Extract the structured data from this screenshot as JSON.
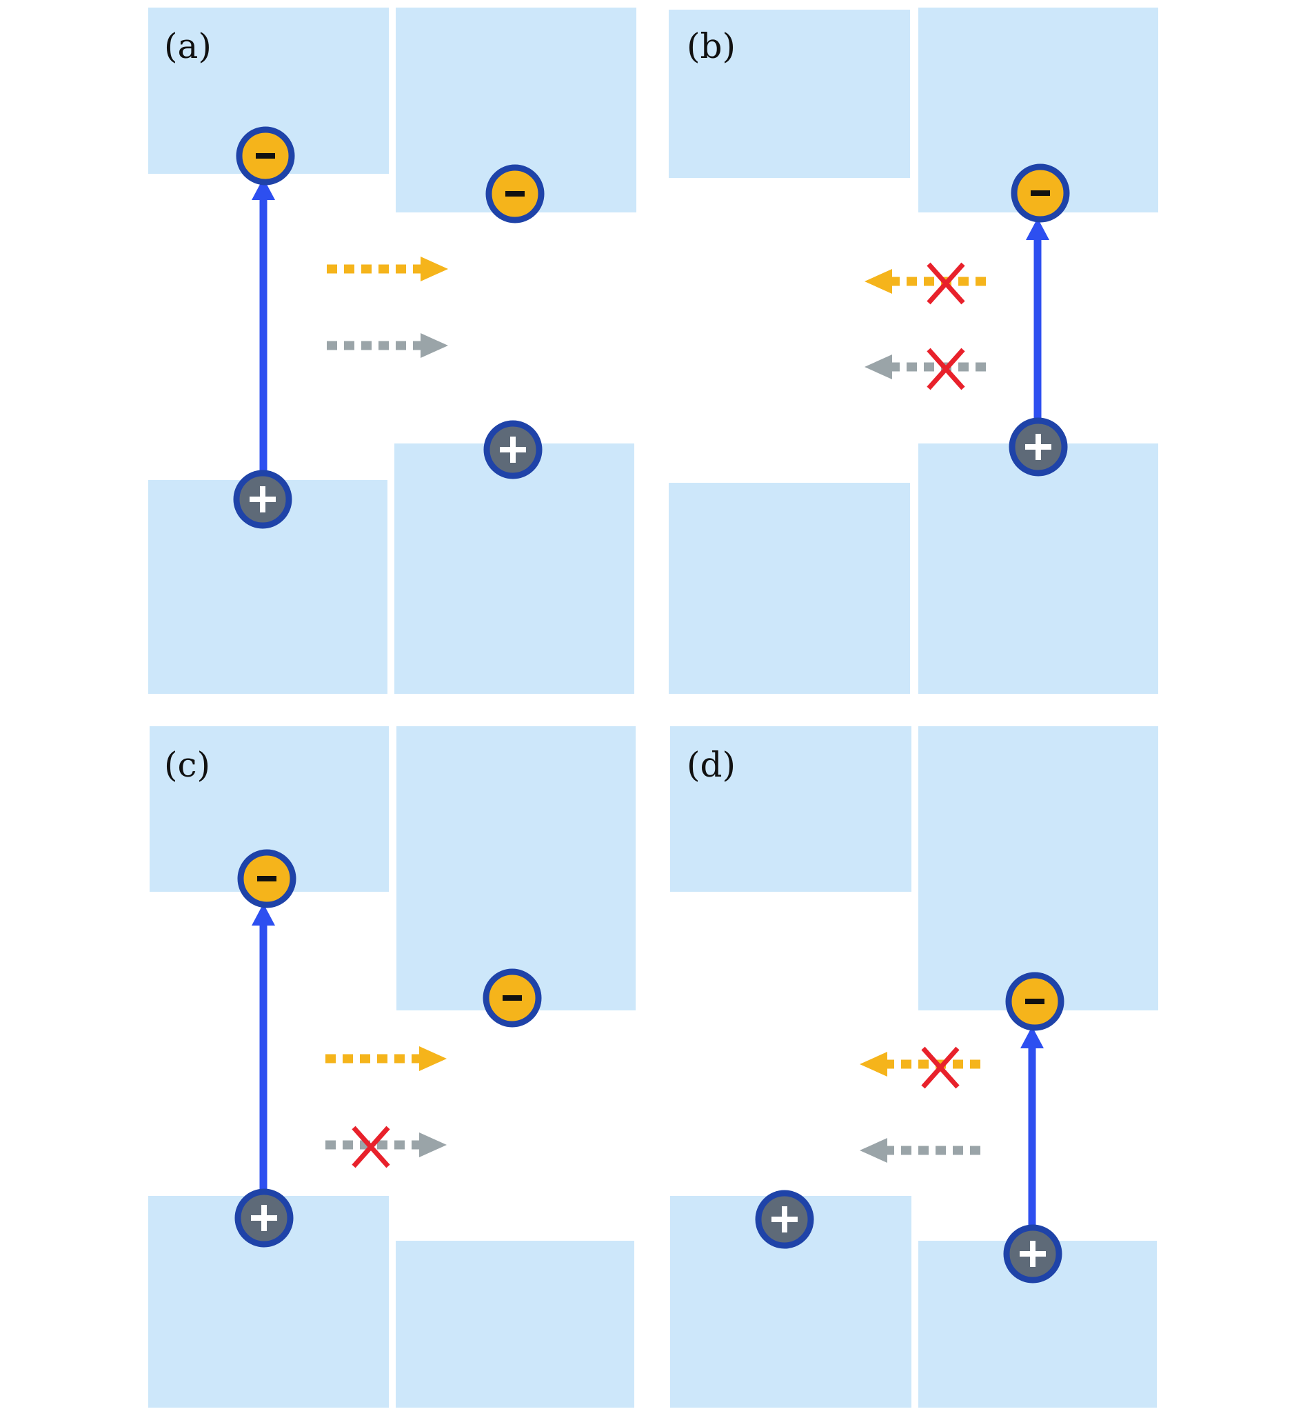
{
  "colors": {
    "band": "#cde7fa",
    "transition_arrow": "#2d4ff0",
    "electron_fill": "#f5b41b",
    "hole_fill": "#5e6a78",
    "particle_ring": "#1f43a8",
    "electron_transfer": "#f5b41b",
    "hole_transfer": "#9aa4a8",
    "blocked_mark": "#e8212b"
  },
  "icons": {
    "electron": "minus-circle",
    "hole": "plus-circle",
    "blocked": "cross-mark"
  },
  "panels": [
    {
      "label": "(a)",
      "electron_transfer": {
        "direction": "right",
        "blocked": false
      },
      "hole_transfer": {
        "direction": "right",
        "blocked": false
      }
    },
    {
      "label": "(b)",
      "electron_transfer": {
        "direction": "left",
        "blocked": true
      },
      "hole_transfer": {
        "direction": "left",
        "blocked": true
      }
    },
    {
      "label": "(c)",
      "electron_transfer": {
        "direction": "right",
        "blocked": false
      },
      "hole_transfer": {
        "direction": "right",
        "blocked": true
      }
    },
    {
      "label": "(d)",
      "electron_transfer": {
        "direction": "left",
        "blocked": true
      },
      "hole_transfer": {
        "direction": "left",
        "blocked": false
      }
    }
  ]
}
